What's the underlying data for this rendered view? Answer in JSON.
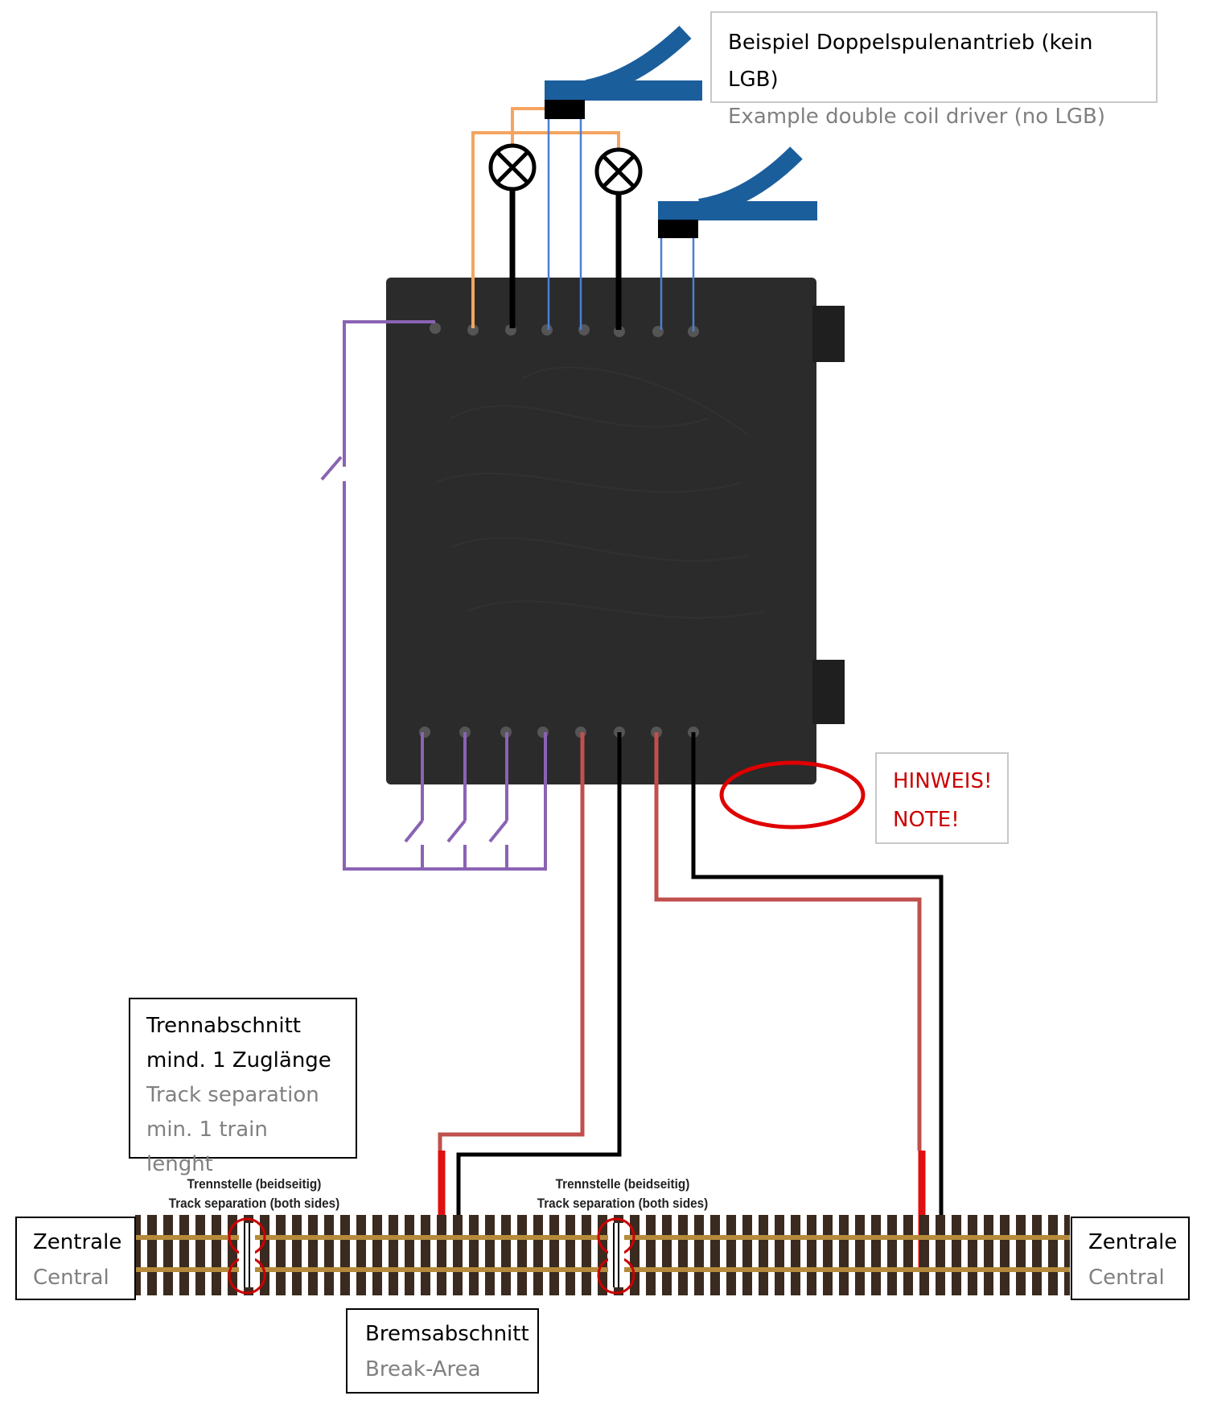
{
  "labels": {
    "driver_example": {
      "de": "Beispiel Doppelspulenantrieb (kein LGB)",
      "en": "Example double coil driver (no LGB)"
    },
    "note": {
      "line1": "HINWEIS!",
      "line2": "NOTE!"
    },
    "track_separation_section": {
      "de1": "Trennabschnitt",
      "de2": "mind. 1 Zuglänge",
      "en1": "Track separation",
      "en2": "min. 1 train lenght"
    },
    "separation_point_left": {
      "de": "Trennstelle (beidseitig)",
      "en": "Track separation (both sides)"
    },
    "separation_point_mid": {
      "de": "Trennstelle (beidseitig)",
      "en": "Track separation (both sides)"
    },
    "central_left": {
      "de": "Zentrale",
      "en": "Central"
    },
    "central_right": {
      "de": "Zentrale",
      "en": "Central"
    },
    "brake_area": {
      "de": "Bremsabschnitt",
      "en": "Break-Area"
    }
  },
  "colors": {
    "turnout": "#1b5e9c",
    "lamp_wire": "#f4a460",
    "coil_wire": "#4a7fd4",
    "switch_wire": "#8a63b3",
    "feed_red": "#c0504d",
    "feed_bright_red": "#e01010",
    "feed_black": "#000000",
    "note": "#cc0000",
    "module": "#2b2b2b"
  }
}
